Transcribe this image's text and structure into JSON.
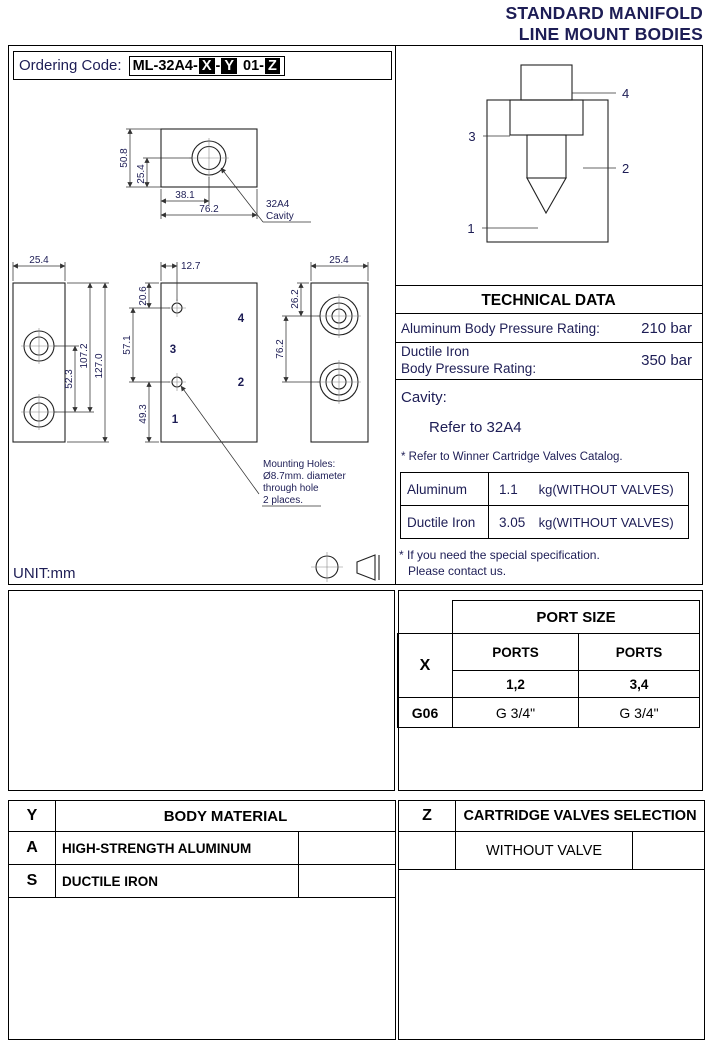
{
  "header": {
    "title_line1": "STANDARD MANIFOLD",
    "title_line2": "LINE MOUNT BODIES"
  },
  "ordering": {
    "label": "Ordering Code:",
    "prefix": "ML-32A4-",
    "x_box": "X",
    "dash1": "-",
    "y_box": "Y",
    "mid": "01-",
    "z_box": "Z"
  },
  "drawing": {
    "unit": "UNIT:mm",
    "cavity_callout": {
      "line1": "32A4",
      "line2": "Cavity"
    },
    "mounting_note": {
      "line1": "Mounting Holes:",
      "line2": "Ø8.7mm. diameter",
      "line3": "through hole",
      "line4": "2 places."
    },
    "ports": {
      "p1": "1",
      "p2": "2",
      "p3": "3",
      "p4": "4"
    },
    "dims": {
      "d50_8": "50.8",
      "d25_4_top": "25.4",
      "d38_1": "38.1",
      "d76_2_top": "76.2",
      "d25_4_left": "25.4",
      "d52_3": "52.3",
      "d107_2": "107.2",
      "d127_0": "127.0",
      "d12_7": "12.7",
      "d20_6": "20.6",
      "d57_1": "57.1",
      "d49_3": "49.3",
      "d25_4_right": "25.4",
      "d26_2": "26.2",
      "d76_2_side": "76.2"
    }
  },
  "schematic": {
    "ports": {
      "p1": "1",
      "p2": "2",
      "p3": "3",
      "p4": "4"
    }
  },
  "technical_data": {
    "title": "TECHNICAL DATA",
    "aluminum_rating_label": "Aluminum Body Pressure Rating:",
    "aluminum_rating_value": "210 bar",
    "ductile_rating_label_line1": "Ductile Iron",
    "ductile_rating_label_line2": "Body Pressure Rating:",
    "ductile_rating_value": "350 bar",
    "cavity_label": "Cavity:",
    "cavity_value": "Refer to 32A4",
    "catalog_note": "* Refer to Winner Cartridge Valves Catalog.",
    "weights": [
      {
        "material": "Aluminum",
        "value": "1.1",
        "unit": "kg(WITHOUT VALVES)"
      },
      {
        "material": "Ductile Iron",
        "value": "3.05",
        "unit": "kg(WITHOUT VALVES)"
      }
    ],
    "special_note_line1": "* If you need the special specification.",
    "special_note_line2": "Please contact us."
  },
  "port_size": {
    "title": "PORT SIZE",
    "x_label": "X",
    "ports_header": "PORTS",
    "ports_header2": "PORTS",
    "ports_12": "1,2",
    "ports_34": "3,4",
    "code": "G06",
    "size_12": "G 3/4\"",
    "size_34": "G 3/4\""
  },
  "body_material": {
    "y_label": "Y",
    "title": "BODY MATERIAL",
    "rows": [
      {
        "code": "A",
        "name": "HIGH-STRENGTH ALUMINUM"
      },
      {
        "code": "S",
        "name": "DUCTILE IRON"
      }
    ]
  },
  "cartridge_selection": {
    "z_label": "Z",
    "title": "CARTRIDGE VALVES SELECTION",
    "option1": "WITHOUT VALVE"
  }
}
